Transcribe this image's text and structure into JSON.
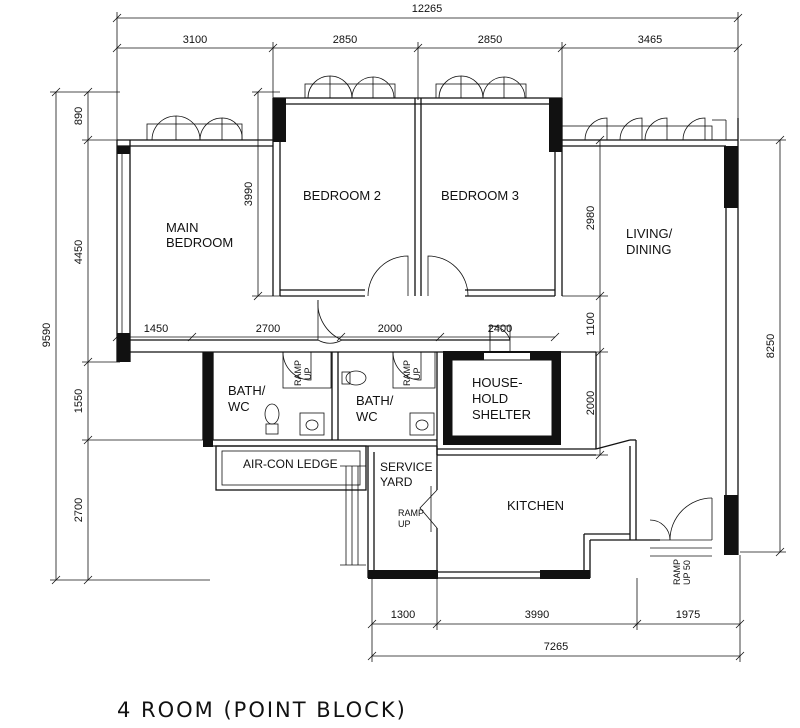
{
  "title": "4 ROOM (POINT BLOCK)",
  "dimensions": {
    "overall_width": "12265",
    "top_segments": [
      "3100",
      "2850",
      "2850",
      "3465"
    ],
    "inner_row": [
      "1450",
      "2700",
      "2000",
      "2400"
    ],
    "bottom_segments": [
      "1300",
      "3990",
      "1975"
    ],
    "bottom_total": "7265",
    "left_overall": "9590",
    "left_segments": [
      "890",
      "4450",
      "1550",
      "2700"
    ],
    "left_inner": "3990",
    "middle_vertical": [
      "2980",
      "1100",
      "2000"
    ],
    "right_vertical": "8250"
  },
  "rooms": {
    "main_bedroom": [
      "MAIN",
      "BEDROOM"
    ],
    "bedroom_2": "BEDROOM 2",
    "bedroom_3": "BEDROOM 3",
    "living_dining": [
      "LIVING/",
      "DINING"
    ],
    "bath_wc_1": [
      "BATH/",
      "WC"
    ],
    "bath_wc_2": [
      "BATH/",
      "WC"
    ],
    "household_shelter": [
      "HOUSE-",
      "HOLD",
      "SHELTER"
    ],
    "aircon_ledge": "AIR-CON LEDGE",
    "service_yard": [
      "SERVICE",
      "YARD"
    ],
    "kitchen": "KITCHEN"
  },
  "ramps": {
    "ramp_1": [
      "RAMP",
      "UP"
    ],
    "ramp_2": [
      "RAMP",
      "UP"
    ],
    "ramp_3": [
      "RAMP",
      "UP"
    ],
    "ramp_4": [
      "RAMP",
      "UP 50"
    ]
  }
}
